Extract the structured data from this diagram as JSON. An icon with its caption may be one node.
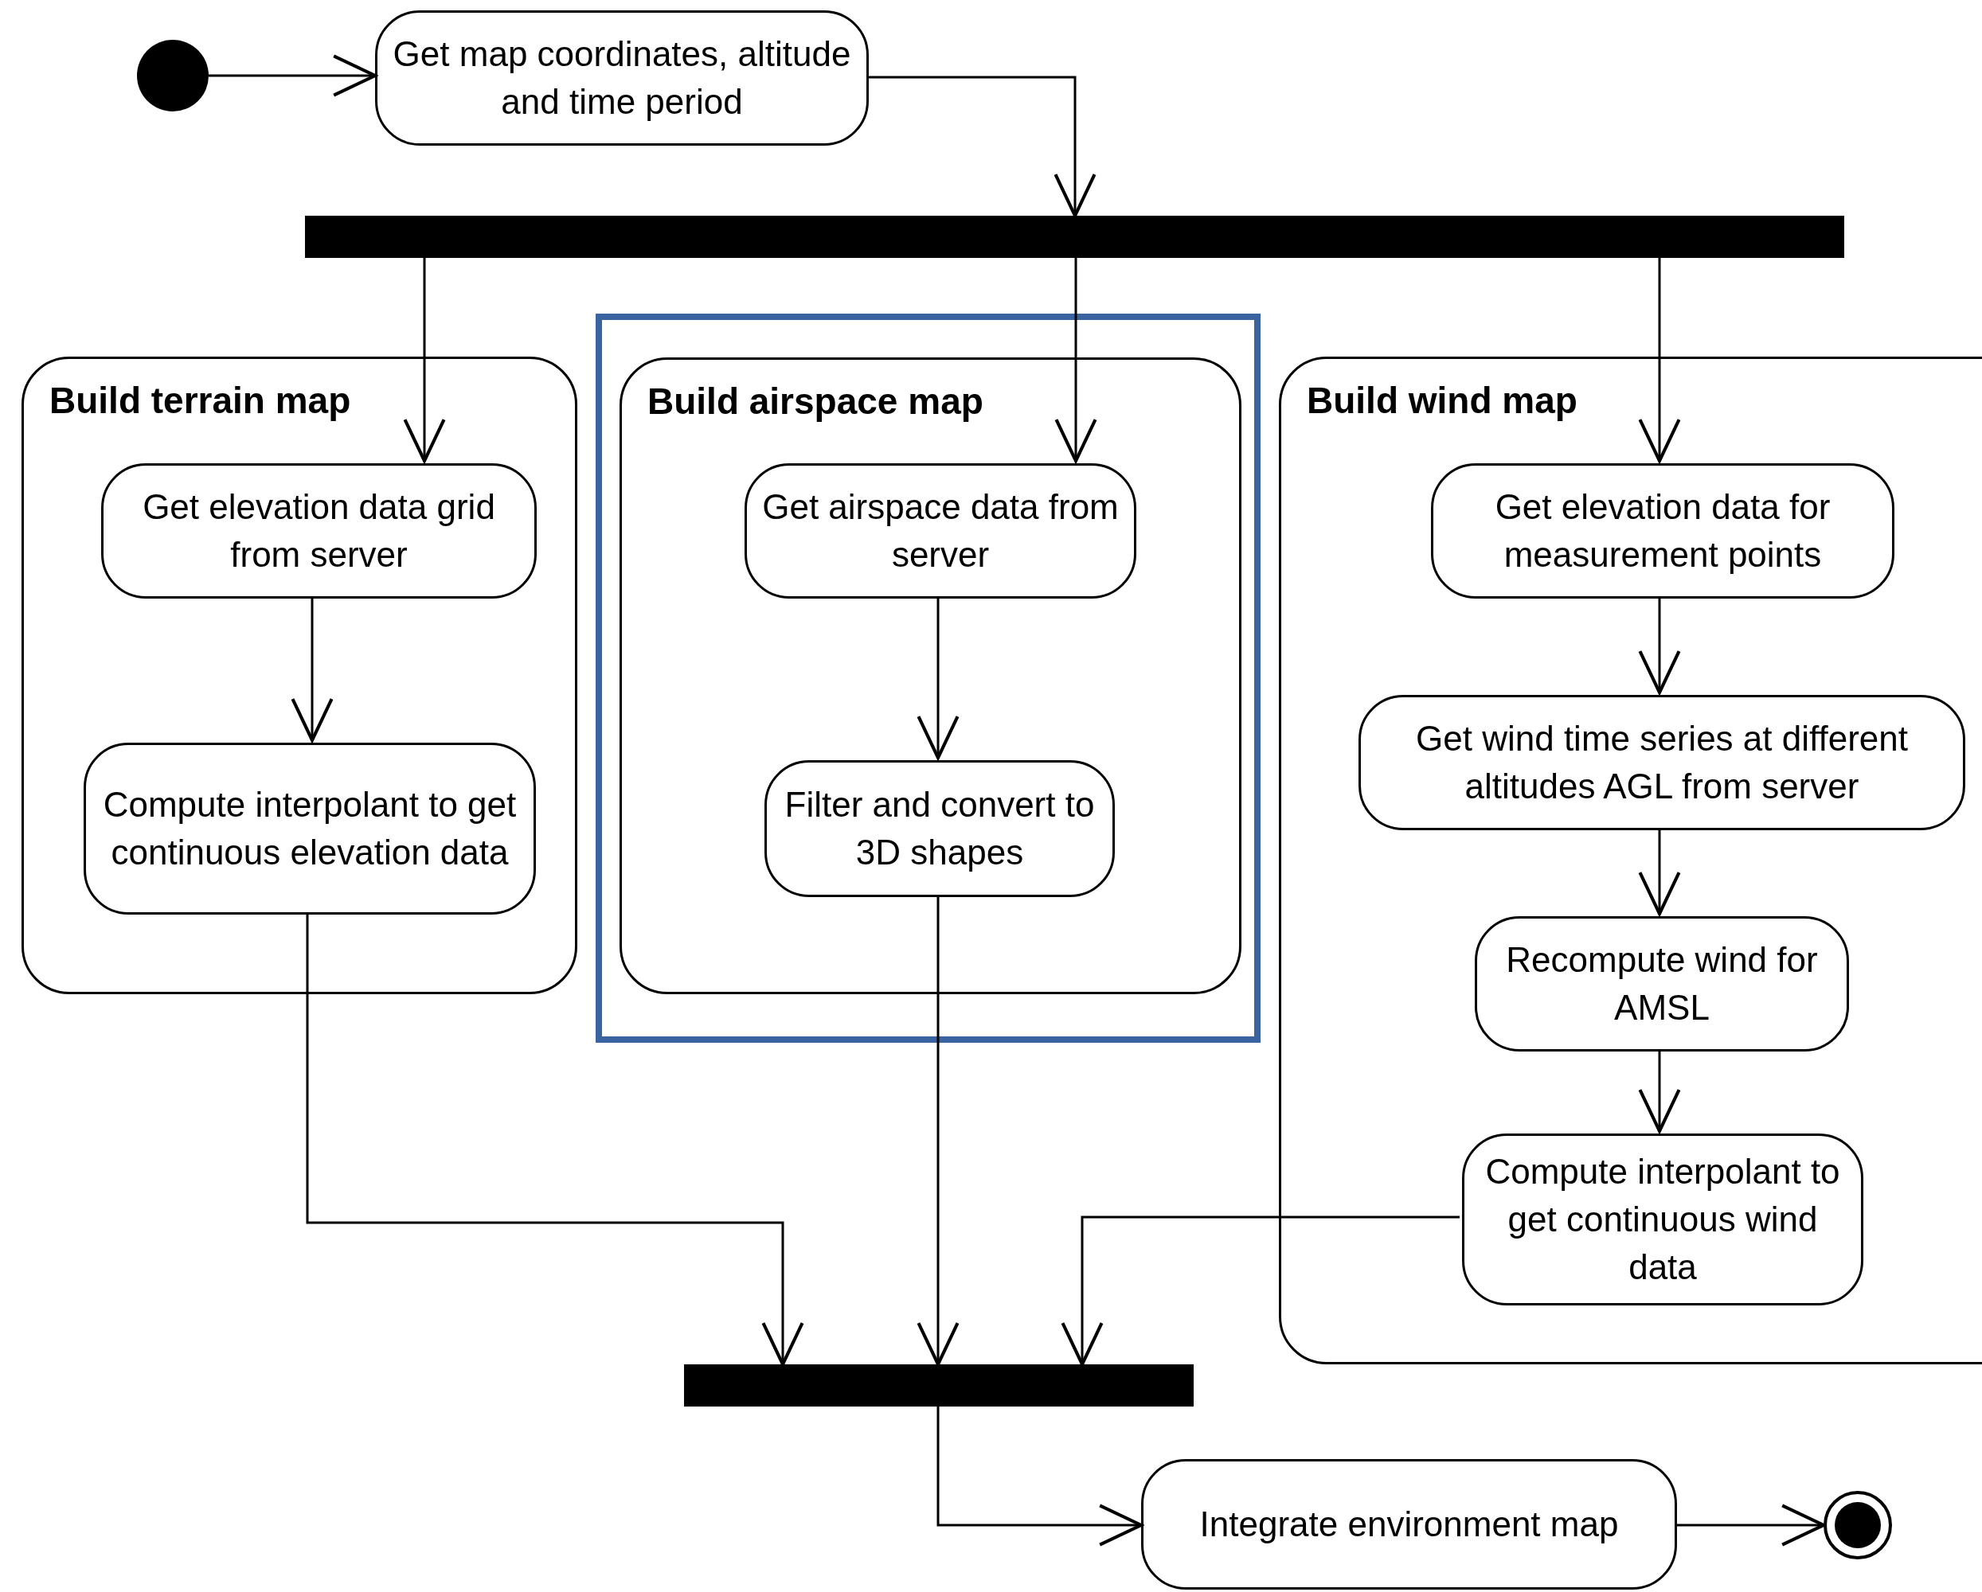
{
  "diagram": {
    "nodes": [
      {
        "text": [],
        "shape": "circle"
      },
      {
        "text": [
          "Get map coordinates, altitude and time period"
        ]
      },
      {
        "text": [],
        "shape": "bar"
      },
      {
        "text": [
          "Build terrain map"
        ]
      },
      {
        "text": [
          "Get elevation data grid from server"
        ],
        "in": 3
      },
      {
        "text": [
          "Compute interpolant to get continuous elevation data"
        ],
        "in": 3
      },
      {
        "text": [
          "Build airspace map"
        ]
      },
      {
        "text": [
          "Get airspace data from server"
        ],
        "in": 6
      },
      {
        "text": [
          "Filter and convert to 3D shapes"
        ],
        "in": 6
      },
      {
        "text": [
          "Build wind map"
        ]
      },
      {
        "text": [
          "Get elevation data for measurement points"
        ],
        "in": 9
      },
      {
        "text": [
          "Get wind time series at different altitudes AGL from server"
        ],
        "in": 9
      },
      {
        "text": [
          "Recompute wind for AMSL"
        ],
        "in": 9
      },
      {
        "text": [
          "Compute interpolant to get continuous wind data"
        ],
        "in": 9
      },
      {
        "text": [],
        "shape": "bar"
      },
      {
        "text": [
          "Integrate environment map"
        ]
      },
      {
        "text": [],
        "shape": "circle"
      }
    ],
    "edges": [
      {
        "from": 0,
        "to": 1,
        "arrow": "to"
      },
      {
        "from": 1,
        "to": 2,
        "arrow": "to"
      },
      {
        "from": 2,
        "to": 4,
        "arrow": "to"
      },
      {
        "from": 2,
        "to": 7,
        "arrow": "to"
      },
      {
        "from": 2,
        "to": 10,
        "arrow": "to"
      },
      {
        "from": 4,
        "to": 5,
        "arrow": "to"
      },
      {
        "from": 5,
        "to": 14,
        "arrow": "to"
      },
      {
        "from": 7,
        "to": 8,
        "arrow": "to"
      },
      {
        "from": 8,
        "to": 14,
        "arrow": "to"
      },
      {
        "from": 10,
        "to": 11,
        "arrow": "to"
      },
      {
        "from": 11,
        "to": 12,
        "arrow": "to"
      },
      {
        "from": 12,
        "to": 13,
        "arrow": "to"
      },
      {
        "from": 13,
        "to": 14,
        "arrow": "to"
      },
      {
        "from": 14,
        "to": 15,
        "arrow": "to"
      },
      {
        "from": 15,
        "to": 16,
        "arrow": "to"
      }
    ]
  }
}
